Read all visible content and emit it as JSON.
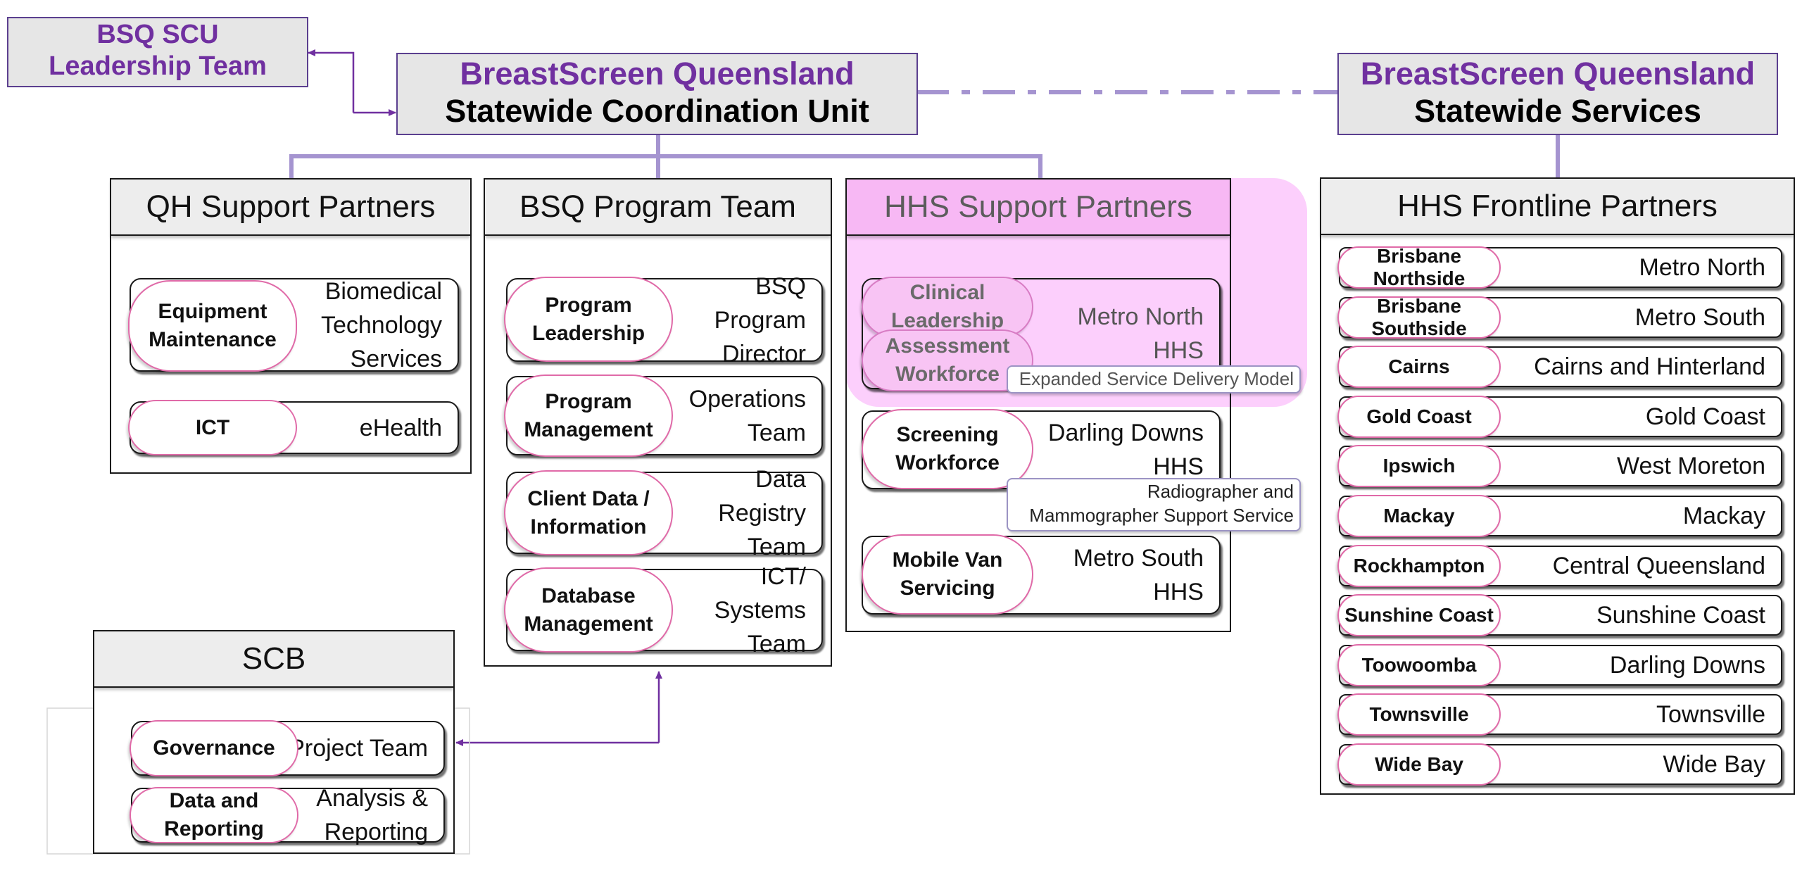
{
  "colors": {
    "purple": "#7030a0",
    "connector": "#a594d0",
    "pink_border": "#e06aa8",
    "highlight": "#fccffc"
  },
  "leadership": {
    "line1": "BSQ SCU",
    "line2": "Leadership Team"
  },
  "scu": {
    "line1": "BreastScreen Queensland",
    "line2": "Statewide Coordination Unit"
  },
  "statewide": {
    "line1": "BreastScreen Queensland",
    "line2": "Statewide Services"
  },
  "qh_support": {
    "title": "QH Support Partners",
    "rows": [
      {
        "pill": "Equipment Maintenance",
        "text": "Biomedical Technology Services"
      },
      {
        "pill": "ICT",
        "text": "eHealth"
      }
    ]
  },
  "bsq_program": {
    "title": "BSQ Program Team",
    "rows": [
      {
        "pill": "Program Leadership",
        "text": "BSQ Program Director"
      },
      {
        "pill": "Program Management",
        "text": "Operations Team"
      },
      {
        "pill": "Client Data / Information",
        "text": "Data Registry Team"
      },
      {
        "pill": "Database Management",
        "text": "ICT/ Systems Team"
      }
    ]
  },
  "hhs_support": {
    "title": "HHS Support Partners",
    "group1": {
      "pill1": "Clinical Leadership",
      "pill2": "Assessment Workforce",
      "text": "Metro North HHS",
      "note": "Expanded Service Delivery Model"
    },
    "group2": {
      "pill": "Screening Workforce",
      "text": "Darling Downs HHS",
      "note": "Radiographer and Mammographer Support Service"
    },
    "group3": {
      "pill": "Mobile Van Servicing",
      "text": "Metro South HHS"
    }
  },
  "scb": {
    "title": "SCB",
    "rows": [
      {
        "pill": "Governance",
        "text": "Project Team"
      },
      {
        "pill": "Data and Reporting",
        "text": "Analysis & Reporting"
      }
    ]
  },
  "frontline": {
    "title": "HHS Frontline Partners",
    "rows": [
      {
        "pill": "Brisbane Northside",
        "text": "Metro North"
      },
      {
        "pill": "Brisbane Southside",
        "text": "Metro South"
      },
      {
        "pill": "Cairns",
        "text": "Cairns and Hinterland"
      },
      {
        "pill": "Gold Coast",
        "text": "Gold Coast"
      },
      {
        "pill": "Ipswich",
        "text": "West Moreton"
      },
      {
        "pill": "Mackay",
        "text": "Mackay"
      },
      {
        "pill": "Rockhampton",
        "text": "Central Queensland"
      },
      {
        "pill": "Sunshine Coast",
        "text": "Sunshine Coast"
      },
      {
        "pill": "Toowoomba",
        "text": "Darling Downs"
      },
      {
        "pill": "Townsville",
        "text": "Townsville"
      },
      {
        "pill": "Wide Bay",
        "text": "Wide Bay"
      }
    ]
  }
}
